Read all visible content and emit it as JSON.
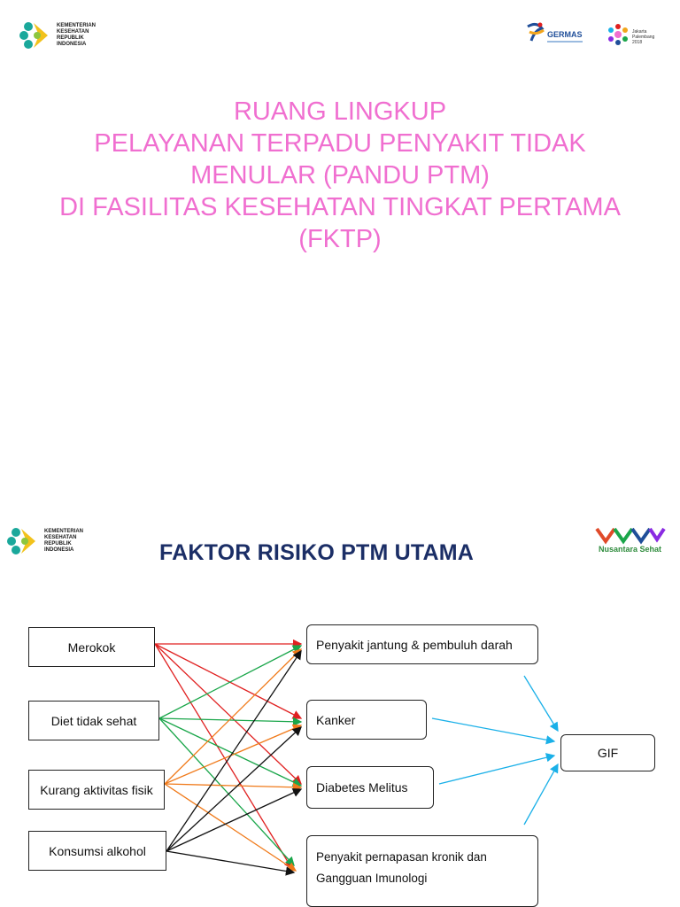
{
  "slide1": {
    "logo": {
      "lines": [
        "KEMENTERIAN",
        "KESEHATAN",
        "REPUBLIK",
        "INDONESIA"
      ]
    },
    "germas_label": "GERMAS",
    "asian_games_lines": [
      "Jakarta",
      "Palembang",
      "2018"
    ],
    "title_lines": [
      "RUANG LINGKUP",
      "PELAYANAN TERPADU PENYAKIT TIDAK",
      "MENULAR (PANDU PTM)",
      "DI FASILITAS KESEHATAN TINGKAT PERTAMA",
      "(FKTP)"
    ]
  },
  "slide2": {
    "logo": {
      "lines": [
        "KEMENTERIAN",
        "KESEHATAN",
        "REPUBLIK",
        "INDONESIA"
      ]
    },
    "title": "FAKTOR RISIKO PTM UTAMA",
    "nusantara_label": "Nusantara Sehat",
    "risk_factors": {
      "merokok": "Merokok",
      "diet": "Diet tidak sehat",
      "aktivitas": "Kurang aktivitas fisik",
      "alkohol": "Konsumsi alkohol"
    },
    "diseases": {
      "jantung": "Penyakit jantung & pembuluh darah",
      "kanker": "Kanker",
      "diabetes": "Diabetes Melitus",
      "pernapasan_line1": "Penyakit pernapasan kronik dan",
      "pernapasan_line2": "Gangguan Imunologi"
    },
    "outcome": "GIF",
    "colors": {
      "merokok": "#e02020",
      "diet": "#1aa64a",
      "aktivitas": "#f07a1a",
      "alkohol": "#111111",
      "outcome_arrows": "#1ab0e8",
      "title_pink": "#f06fd0",
      "title_navy": "#1b2e66"
    }
  }
}
